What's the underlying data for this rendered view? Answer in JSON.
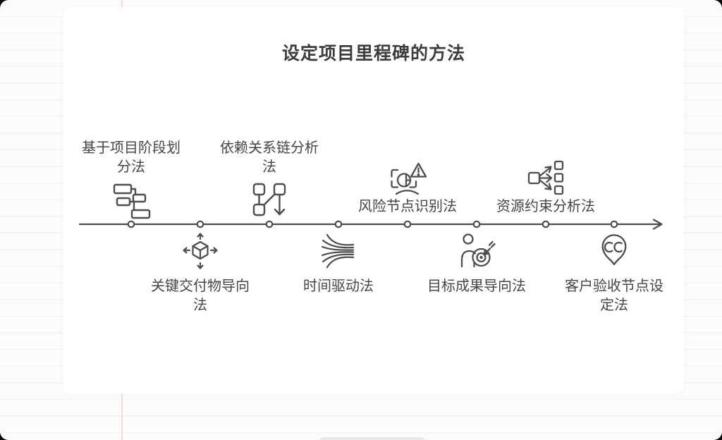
{
  "title": "设定项目里程碑的方法",
  "timeline": {
    "direction": "left-to-right-arrow",
    "node_count": 8,
    "milestones": [
      {
        "label": "基于项目阶段划分法",
        "side": "top",
        "icon": "phase-division-icon"
      },
      {
        "label": "关键交付物导向法",
        "side": "bottom",
        "icon": "deliverable-cube-icon"
      },
      {
        "label": "依赖关系链分析法",
        "side": "top",
        "icon": "dependency-chain-icon"
      },
      {
        "label": "时间驱动法",
        "side": "bottom",
        "icon": "time-flow-icon"
      },
      {
        "label": "风险节点识别法",
        "side": "top",
        "icon": "risk-alert-icon"
      },
      {
        "label": "目标成果导向法",
        "side": "bottom",
        "icon": "goal-target-icon"
      },
      {
        "label": "资源约束分析法",
        "side": "top",
        "icon": "resource-allocation-icon"
      },
      {
        "label": "客户验收节点设定法",
        "side": "bottom",
        "icon": "customer-acceptance-pin-icon"
      }
    ]
  },
  "colors": {
    "stroke": "#4d4d4d",
    "title_text": "#3d3d3d",
    "label_text": "#454545",
    "card_bg": "#ffffff",
    "page_bg": "#fdfcfa",
    "ruled_line": "#f4f1ee",
    "margin_line": "#f8dbd9"
  }
}
